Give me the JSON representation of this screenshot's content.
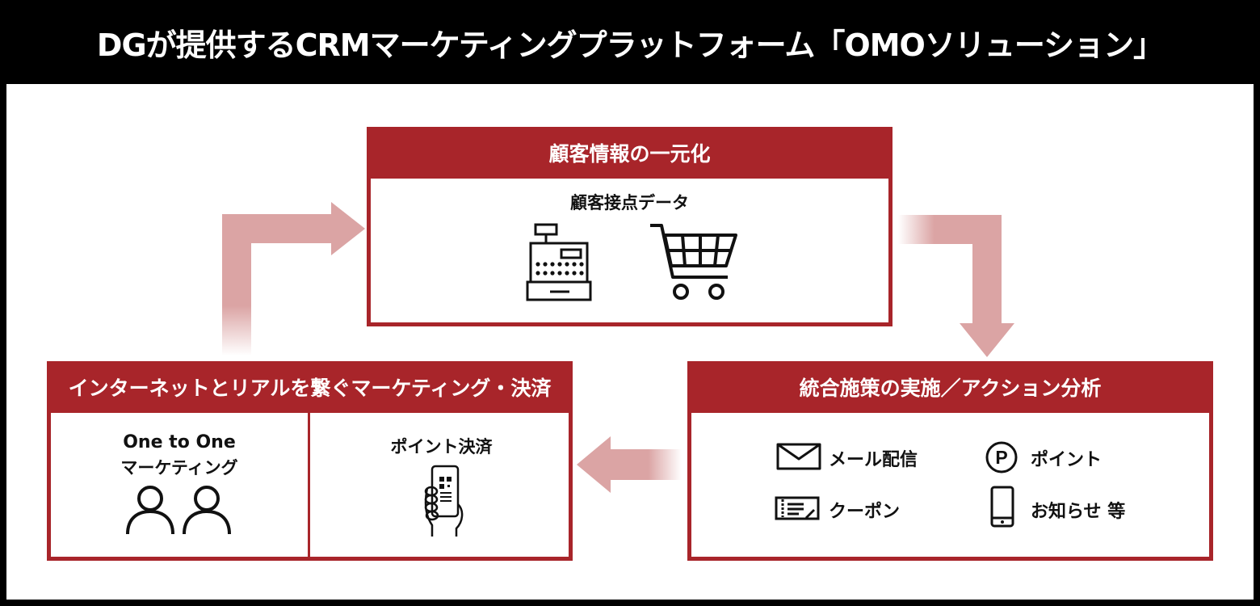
{
  "title": "DGが提供するCRMマーケティングプラットフォーム「OMOソリューション」",
  "top_box": {
    "header": "顧客情報の一元化",
    "subtitle": "顧客接点データ",
    "icons": [
      "cash-register-icon",
      "shopping-cart-icon"
    ]
  },
  "right_box": {
    "header": "統合施策の実施／アクション分析",
    "items": [
      {
        "icon": "mail-icon",
        "label": "メール配信"
      },
      {
        "icon": "point-icon",
        "label": "ポイント"
      },
      {
        "icon": "coupon-icon",
        "label": "クーポン"
      },
      {
        "icon": "smartphone-icon",
        "label": "お知らせ 等"
      }
    ]
  },
  "left_box": {
    "header": "インターネットとリアルを繋ぐマーケティング・決済",
    "col1": {
      "line1": "One to One",
      "line2": "マーケティング",
      "icon": "people-icon"
    },
    "col2": {
      "label": "ポイント決済",
      "icon": "qr-payment-icon"
    }
  },
  "colors": {
    "accent": "#a8252a",
    "arrow": "#dba4a4",
    "title_bg": "#000000"
  }
}
